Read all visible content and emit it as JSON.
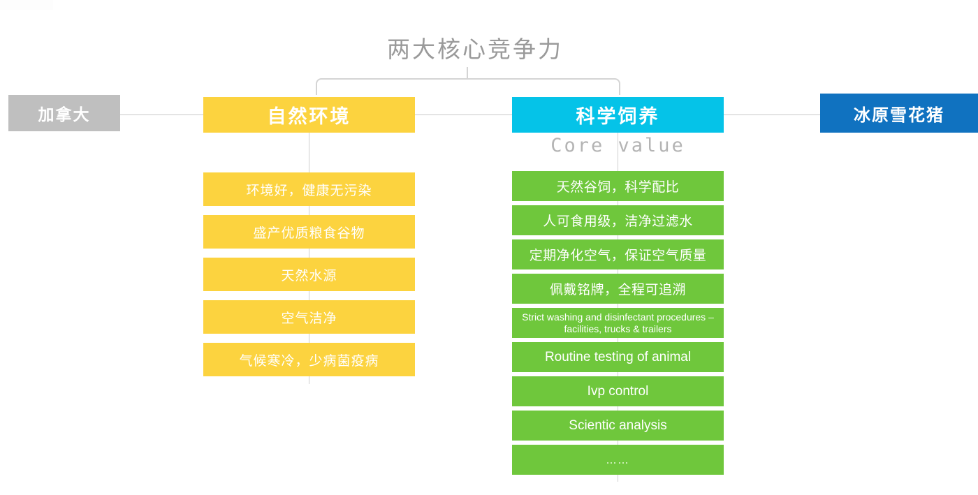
{
  "diagram": {
    "title": "两大核心竞争力",
    "origin_chip": "加拿大",
    "product_chip": "冰原雪花猪",
    "core_value_caption": "Core value",
    "colors": {
      "yellow": "#fcd33f",
      "green": "#6fc73c",
      "cyan": "#05c3e8",
      "blue": "#1072c0",
      "gray": "#bfbfbf",
      "line": "#c9c9c9",
      "title_text": "#9a9a9a"
    },
    "pillars": [
      {
        "id": "natural-environment",
        "header": "自然环境",
        "header_color": "#fcd33f",
        "items": [
          {
            "text": "环境好，健康无污染"
          },
          {
            "text": "盛产优质粮食谷物"
          },
          {
            "text": "天然水源"
          },
          {
            "text": "空气洁净"
          },
          {
            "text": "气候寒冷，少病菌疫病"
          }
        ]
      },
      {
        "id": "scientific-feeding",
        "header": "科学饲养",
        "header_color": "#05c3e8",
        "items": [
          {
            "text": "天然谷饲，科学配比",
            "style": "cn"
          },
          {
            "text": "人可食用级，洁净过滤水",
            "style": "cn"
          },
          {
            "text": "定期净化空气，保证空气质量",
            "style": "cn"
          },
          {
            "text": "佩戴铭牌，全程可追溯",
            "style": "cn"
          },
          {
            "text": "Strict washing and disinfectant procedures – facilities, trucks & trailers",
            "style": "small"
          },
          {
            "text": "Routine testing of animal",
            "style": "en"
          },
          {
            "text": "Ivp control",
            "style": "en"
          },
          {
            "text": "Scientic analysis",
            "style": "en"
          },
          {
            "text": "……",
            "style": "ellipsis"
          }
        ]
      }
    ]
  }
}
